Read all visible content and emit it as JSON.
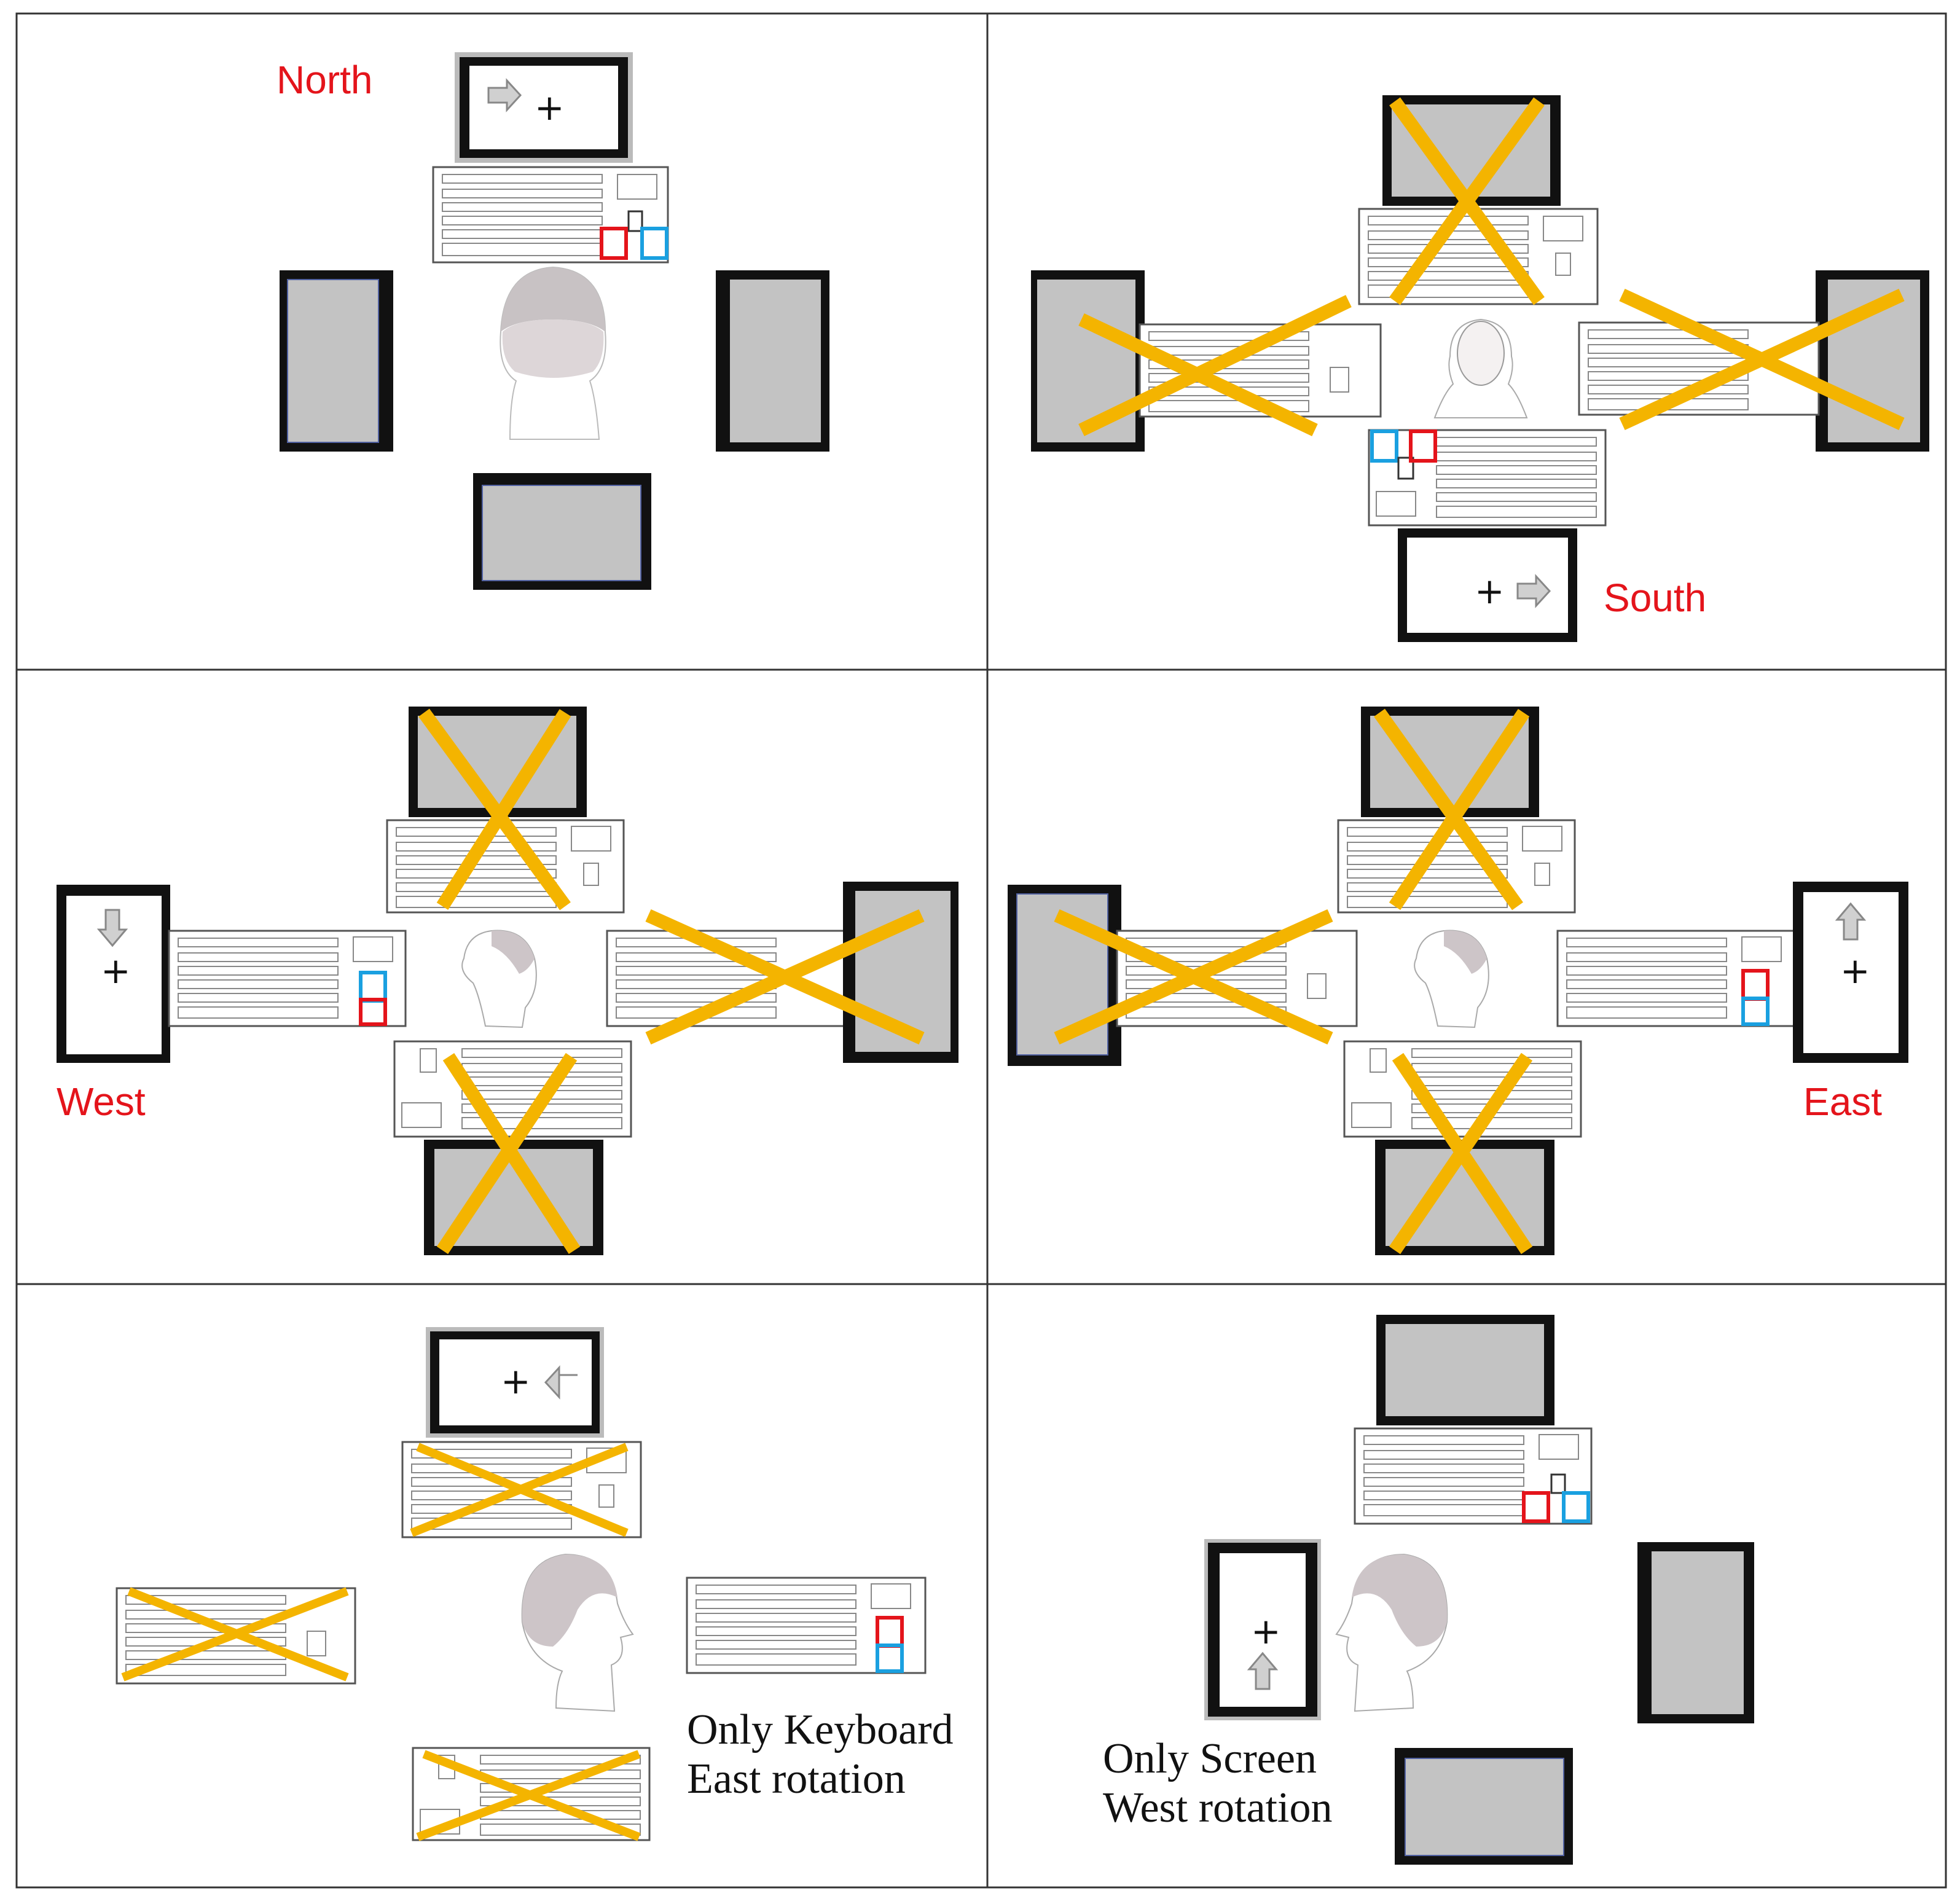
{
  "colors": {
    "direction_label": "#e4141b",
    "cross": "#f4b400",
    "left_key_highlight": "#e4141b",
    "right_key_highlight": "#1aa0e0",
    "screen_off": "#c3c3c3",
    "frame": "#111111",
    "grid_line": "#333333"
  },
  "glyphs": {
    "fixation": "+"
  },
  "panels": [
    {
      "id": "north",
      "label": "North",
      "caption": [],
      "head_view": "back",
      "active_screen": "top",
      "active_keyboard": "top",
      "crossed_screens": [],
      "crossed_keyboards": [],
      "stimulus_arrow": "right-arrow-icon",
      "highlighted_keys": {
        "red": "left-arrow-key",
        "blue": "right-arrow-key"
      }
    },
    {
      "id": "south",
      "label": "South",
      "caption": [],
      "head_view": "front",
      "active_screen": "bottom",
      "active_keyboard": "bottom",
      "crossed_screens": [
        "top",
        "left",
        "right"
      ],
      "crossed_keyboards": [
        "top",
        "left",
        "right"
      ],
      "stimulus_arrow": "right-arrow-icon",
      "highlighted_keys": {
        "red": "right-arrow-key",
        "blue": "left-arrow-key"
      }
    },
    {
      "id": "west",
      "label": "West",
      "caption": [],
      "head_view": "left-profile",
      "active_screen": "left",
      "active_keyboard": "left",
      "crossed_screens": [
        "top",
        "bottom",
        "right"
      ],
      "crossed_keyboards": [
        "top",
        "bottom",
        "right"
      ],
      "stimulus_arrow": "down-arrow-icon",
      "highlighted_keys": {
        "red": "down-arrow-key",
        "blue": "up-arrow-key"
      }
    },
    {
      "id": "east",
      "label": "East",
      "caption": [],
      "head_view": "left-profile",
      "active_screen": "right",
      "active_keyboard": "right",
      "crossed_screens": [
        "top",
        "bottom",
        "left"
      ],
      "crossed_keyboards": [
        "top",
        "bottom",
        "left"
      ],
      "stimulus_arrow": "up-arrow-icon",
      "highlighted_keys": {
        "red": "up-arrow-key",
        "blue": "down-arrow-key"
      }
    },
    {
      "id": "keyboard-east",
      "label": "",
      "caption": [
        "Only Keyboard",
        "East rotation"
      ],
      "head_view": "right-profile",
      "active_screen": "top",
      "active_keyboard": "right",
      "crossed_screens": [],
      "crossed_keyboards": [
        "top",
        "left",
        "bottom"
      ],
      "stimulus_arrow": "left-arrow-icon",
      "highlighted_keys": {
        "red": "up-arrow-key",
        "blue": "down-arrow-key"
      }
    },
    {
      "id": "screen-west",
      "label": "",
      "caption": [
        "Only Screen",
        "West rotation"
      ],
      "head_view": "left-profile",
      "active_screen": "left",
      "active_keyboard": "top",
      "crossed_screens": [],
      "crossed_keyboards": [],
      "stimulus_arrow": "up-arrow-icon",
      "highlighted_keys": {
        "red": "left-arrow-key",
        "blue": "right-arrow-key"
      }
    }
  ]
}
